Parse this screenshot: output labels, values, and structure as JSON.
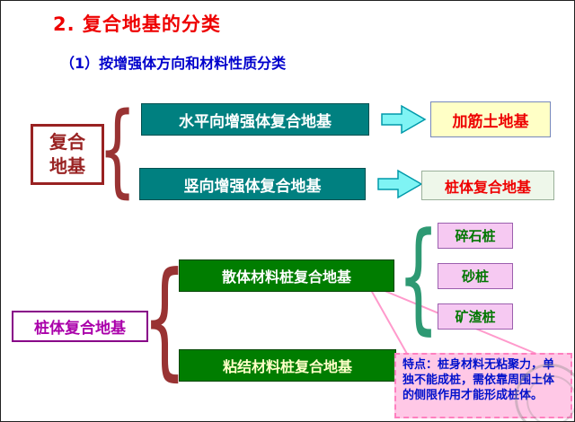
{
  "title": "2. 复合地基的分类",
  "subtitle": "（1）按增强体方向和材料性质分类",
  "root": {
    "line1": "复合",
    "line2": "地基"
  },
  "branches": [
    {
      "label": "水平向增强体复合地基",
      "result": "加筋土地基"
    },
    {
      "label": "竖向增强体复合地基",
      "result": "桩体复合地基"
    }
  ],
  "pile_group": {
    "label": "桩体复合地基",
    "scattered": "散体材料桩复合地基",
    "bonded": "粘结材料桩复合地基",
    "types": [
      "碎石桩",
      "砂桩",
      "矿渣桩"
    ],
    "note": "特点：桩身材料无粘聚力，单独不能成桩，需依靠周围土体的侧限作用才能形成桩体。"
  },
  "glyphs": {
    "brace": "{"
  },
  "colors": {
    "title_red": "#ee0000",
    "subtitle_blue": "#0000cc",
    "teal_box_bg": "#008080",
    "teal_box_text": "#ffffff",
    "root_box_red": "#992222",
    "arrow_fill": "#7ff4f4",
    "arrow_stroke": "#0099aa",
    "reinforced_soil_bg": "#ffffc6",
    "result_text_red": "#ee0000",
    "pile_composite_bg": "#eef7ea",
    "green_box_bg": "#007d00",
    "green_box_text1": "#ffffff",
    "green_box_text2": "#ffffc8",
    "purple_box": "#880088",
    "pile_type_bg": "#f6c9f2",
    "pile_type_text": "#007700",
    "note_bg": "#ffc8e6",
    "note_border": "#ff7fbf",
    "note_text": "#0011cc",
    "brace_red": "#993333",
    "brace_green": "#2e9973",
    "callout_line": "#ff9acc"
  }
}
